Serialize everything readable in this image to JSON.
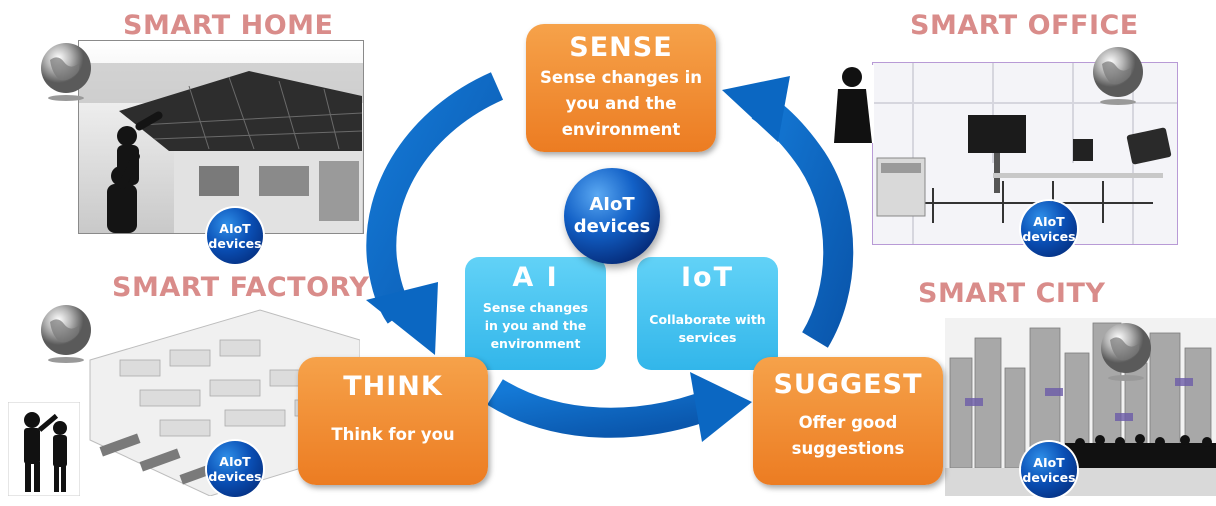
{
  "scenes": {
    "home": {
      "title": "SMART HOME",
      "badge_line1": "AIoT",
      "badge_line2": "devices"
    },
    "office": {
      "title": "SMART OFFICE",
      "badge_line1": "AIoT",
      "badge_line2": "devices"
    },
    "factory": {
      "title": "SMART FACTORY",
      "badge_line1": "AIoT",
      "badge_line2": "devices"
    },
    "city": {
      "title": "SMART CITY",
      "badge_line1": "AIoT",
      "badge_line2": "devices"
    }
  },
  "cycle": {
    "sense": {
      "title": "SENSE",
      "line1": "Sense changes in",
      "line2": "you and the",
      "line3": "environment"
    },
    "think": {
      "title": "THINK",
      "line1": "Think for you"
    },
    "suggest": {
      "title": "SUGGEST",
      "line1": "Offer good",
      "line2": "suggestions"
    }
  },
  "center": {
    "sphere_line1": "AIoT",
    "sphere_line2": "devices",
    "ai": {
      "title": "A I",
      "line1": "Sense changes",
      "line2": "in you and the",
      "line3": "environment"
    },
    "iot": {
      "title": "IoT",
      "line1": "Collaborate with",
      "line2": "services"
    }
  },
  "colors": {
    "accent_orange": "#ec7c22",
    "accent_cyan": "#32b6ea",
    "arrow_blue": "#0b67c2",
    "scene_title": "#d98c8a"
  }
}
